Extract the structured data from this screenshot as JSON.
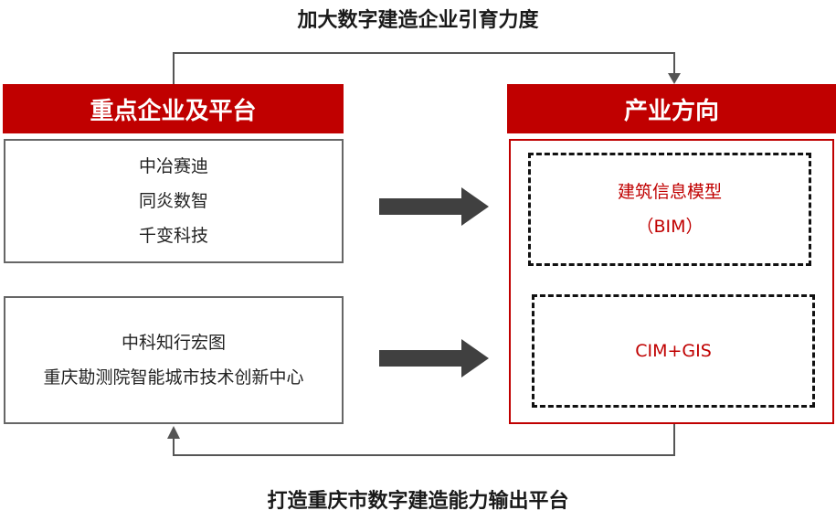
{
  "top_caption": "加大数字建造企业引育力度",
  "bottom_caption": "打造重庆市数字建造能力输出平台",
  "left_header": "重点企业及平台",
  "right_header": "产业方向",
  "box1": {
    "lines": [
      "中冶赛迪",
      "同炎数智",
      "千变科技"
    ]
  },
  "box2": {
    "lines": [
      "中科知行宏图",
      "重庆勘测院智能城市技术创新中心"
    ]
  },
  "direction1": {
    "line1": "建筑信息模型",
    "line2": "（BIM）"
  },
  "direction2": {
    "line1": "CIM+GIS"
  },
  "colors": {
    "accent": "#c00000",
    "arrow": "#404040",
    "line": "#555555"
  }
}
